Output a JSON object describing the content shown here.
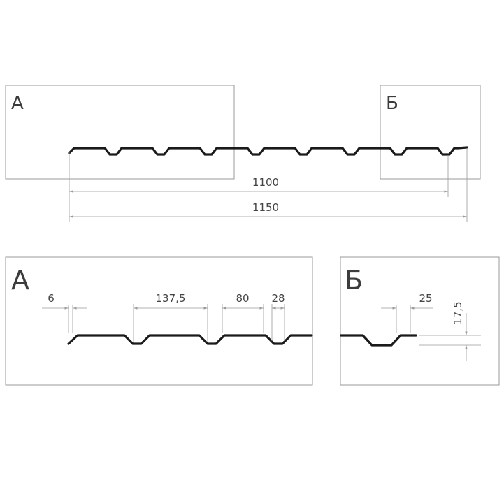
{
  "drawing": {
    "top": {
      "label_left": "А",
      "label_right": "Б",
      "dim_width_useful": "1100",
      "dim_width_total": "1150"
    },
    "detail_a": {
      "label": "А",
      "dim_edge": "6",
      "dim_pitch": "137,5",
      "dim_top_flat": "80",
      "dim_bottom_flat": "28"
    },
    "detail_b": {
      "label": "Б",
      "dim_offset": "25",
      "dim_height": "17,5"
    }
  },
  "colors": {
    "profile": "#1a1a1a",
    "dimension_lines": "#9a9a9a",
    "frames": "#9a9a9a"
  }
}
